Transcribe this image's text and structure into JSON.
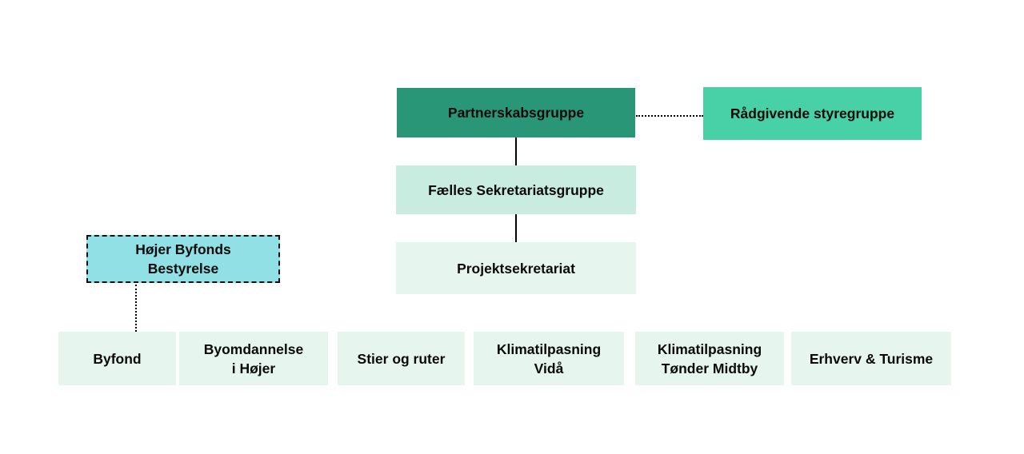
{
  "diagram": {
    "type": "org-chart",
    "background": "#ffffff",
    "text_color": "#0a0a0a",
    "nodes": {
      "partnerskabsgruppe": {
        "label": "Partnerskabsgruppe",
        "bg": "#2a9678"
      },
      "raadgivende_styregruppe": {
        "label": "Rådgivende styregruppe",
        "bg": "#48d1a6"
      },
      "faelles_sekretariatsgruppe": {
        "label": "Fælles Sekretariatsgruppe",
        "bg": "#c8ecdf"
      },
      "projektsekretariat": {
        "label": "Projektsekretariat",
        "bg": "#e6f6ef"
      },
      "hoejer_byfonds_bestyrelse": {
        "label": "Højer Byfonds\nBestyrelse",
        "bg": "#90e0e6",
        "border_style": "dashed"
      }
    },
    "projects": [
      {
        "label": "Byfond",
        "bg": "#e6f6ef"
      },
      {
        "label": "Byomdannelse\ni Højer",
        "bg": "#e6f6ef"
      },
      {
        "label": "Stier og ruter",
        "bg": "#e6f6ef"
      },
      {
        "label": "Klimatilpasning\nVidå",
        "bg": "#e6f6ef"
      },
      {
        "label": "Klimatilpasning\nTønder Midtby",
        "bg": "#e6f6ef"
      },
      {
        "label": "Erhverv & Turisme",
        "bg": "#e6f6ef"
      }
    ],
    "connectors": [
      {
        "from": "partnerskabsgruppe",
        "to": "faelles_sekretariatsgruppe",
        "style": "solid"
      },
      {
        "from": "faelles_sekretariatsgruppe",
        "to": "projektsekretariat",
        "style": "solid"
      },
      {
        "from": "partnerskabsgruppe",
        "to": "raadgivende_styregruppe",
        "style": "dotted"
      },
      {
        "from": "hoejer_byfonds_bestyrelse",
        "to": "byfond",
        "style": "dotted"
      }
    ]
  }
}
